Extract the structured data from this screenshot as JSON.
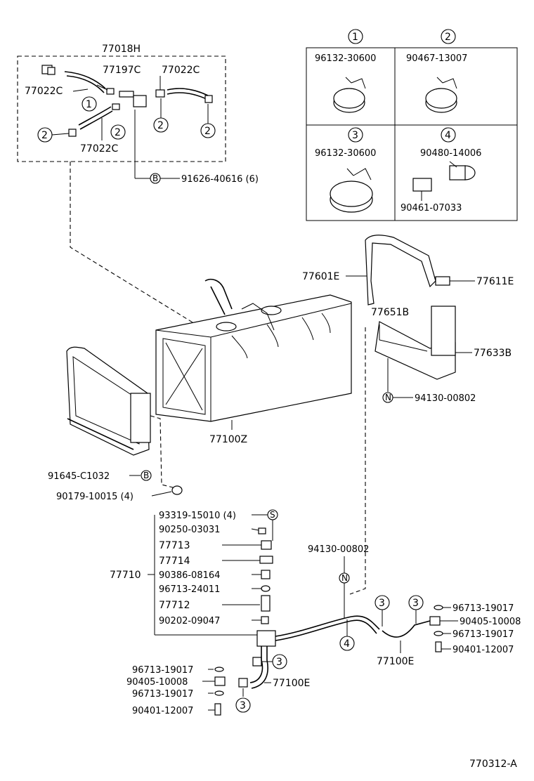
{
  "group_77018H": {
    "label": "77018H",
    "parts": [
      "77197C",
      "77022C",
      "77022C",
      "77022C"
    ],
    "callouts": [
      "1",
      "2",
      "2",
      "2",
      "2"
    ],
    "bolt_marker": "B",
    "bolt_part": "91626-40616 (6)"
  },
  "clamp_table": {
    "cells": [
      {
        "num": "1",
        "parts": [
          "96132-30600"
        ]
      },
      {
        "num": "2",
        "parts": [
          "90467-13007"
        ]
      },
      {
        "num": "3",
        "parts": [
          "96132-30600"
        ]
      },
      {
        "num": "4",
        "parts": [
          "90480-14006",
          "90461-07033"
        ]
      }
    ]
  },
  "tank": {
    "part": "77100Z",
    "band_right_top": "77601E",
    "band_right_bolt": "77611E",
    "pad_right": "77651B",
    "band_right_side": "77633B",
    "n_marker": "N",
    "n_part": "94130-00802",
    "left_b_part": "91645-C1032",
    "left_b_marker": "B",
    "left_nut": "90179-10015 (4)"
  },
  "drain_group": {
    "group_label": "77710",
    "s_marker": "S",
    "items": [
      "93319-15010 (4)",
      "90250-03031",
      "77713",
      "77714",
      "90386-08164",
      "96713-24011",
      "77712",
      "90202-09047"
    ]
  },
  "hose_lines": {
    "n_part_top": "94130-00802",
    "n_marker": "N",
    "clamp_num_4": "4",
    "clamp_num_3a": "3",
    "clamp_num_3b": "3",
    "hose_right": "77100E",
    "right_items": [
      "96713-19017",
      "90405-10008",
      "96713-19017",
      "90401-12007"
    ],
    "lower_clamp_3a": "3",
    "lower_clamp_3b": "3",
    "hose_lower": "77100E",
    "lower_items": [
      "96713-19017",
      "90405-10008",
      "96713-19017",
      "90401-12007"
    ]
  },
  "figure_id": "770312-A"
}
